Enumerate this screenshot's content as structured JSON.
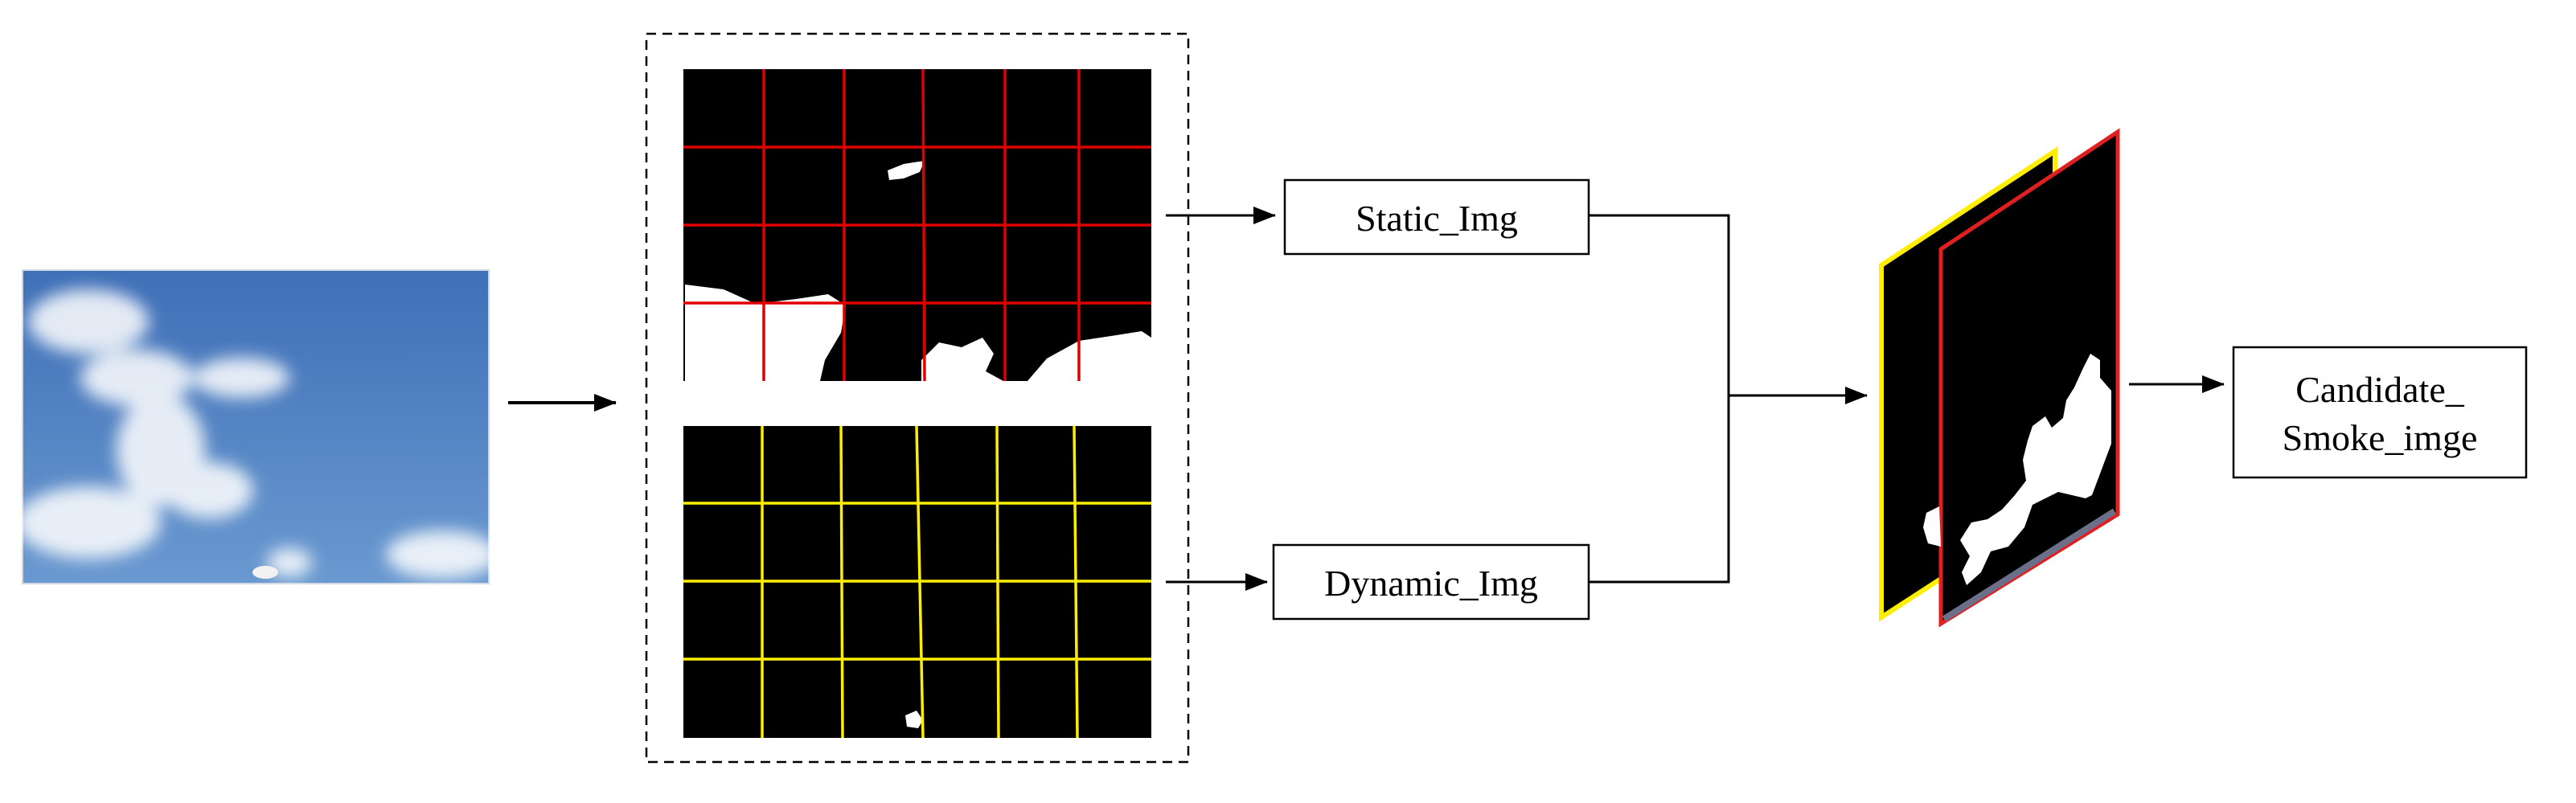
{
  "colors": {
    "static_grid": "#e00000",
    "dynamic_grid": "#ffee00",
    "arrow": "#000000",
    "mask_bg": "#000000",
    "mask_fg": "#ffffff",
    "sky_top": "#3f6fb7",
    "sky_bottom": "#6a99d0"
  },
  "icons": {
    "input_photo": "sky-photo-icon",
    "static_mask": "static-mask-grid-icon",
    "dynamic_mask": "dynamic-mask-grid-icon",
    "stack": "stacked-masks-icon"
  },
  "boxes": {
    "static": "Static_Img",
    "dynamic": "Dynamic_Img",
    "candidate_line1": "Candidate_",
    "candidate_line2": "Smoke_imge"
  }
}
